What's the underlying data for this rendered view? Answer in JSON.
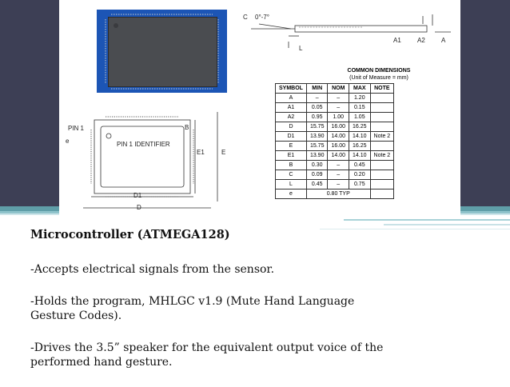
{
  "slide": {
    "title": "Microcontroller (ATMEGA128)",
    "lines": [
      "-Accepts electrical signals from the sensor.",
      "-Holds the program, MHLGC v1.9 (Mute Hand Language Gesture Codes).",
      "-Drives the 3.5” speaker for the equivalent output voice of the performed hand gesture."
    ]
  },
  "drawing": {
    "angle_label": "0°-7°",
    "side_labels": {
      "c": "C",
      "l": "L",
      "a1": "A1",
      "a2": "A2",
      "a": "A"
    },
    "top_labels": {
      "pin1": "PIN 1",
      "pin1_identifier": "PIN 1 IDENTIFIER",
      "e": "e",
      "b": "B",
      "e1": "E1",
      "big_e": "E",
      "d1": "D1",
      "d": "D"
    }
  },
  "dimensions": {
    "title": "COMMON DIMENSIONS",
    "subtitle": "(Unit of Measure = mm)",
    "headers": [
      "SYMBOL",
      "MIN",
      "NOM",
      "MAX",
      "NOTE"
    ],
    "rows": [
      [
        "A",
        "–",
        "–",
        "1.20",
        ""
      ],
      [
        "A1",
        "0.05",
        "–",
        "0.15",
        ""
      ],
      [
        "A2",
        "0.95",
        "1.00",
        "1.05",
        ""
      ],
      [
        "D",
        "15.75",
        "16.00",
        "16.25",
        ""
      ],
      [
        "D1",
        "13.90",
        "14.00",
        "14.10",
        "Note 2"
      ],
      [
        "E",
        "15.75",
        "16.00",
        "16.25",
        ""
      ],
      [
        "E1",
        "13.90",
        "14.00",
        "14.10",
        "Note 2"
      ],
      [
        "B",
        "0.30",
        "–",
        "0.45",
        ""
      ],
      [
        "C",
        "0.09",
        "–",
        "0.20",
        ""
      ],
      [
        "L",
        "0.45",
        "–",
        "0.75",
        ""
      ],
      [
        "e",
        "",
        "0.80 TYP",
        "",
        ""
      ]
    ]
  },
  "colors": {
    "band": "#3d3f55",
    "accent": "#5f9ea8",
    "board_blue": "#1c55b5"
  }
}
